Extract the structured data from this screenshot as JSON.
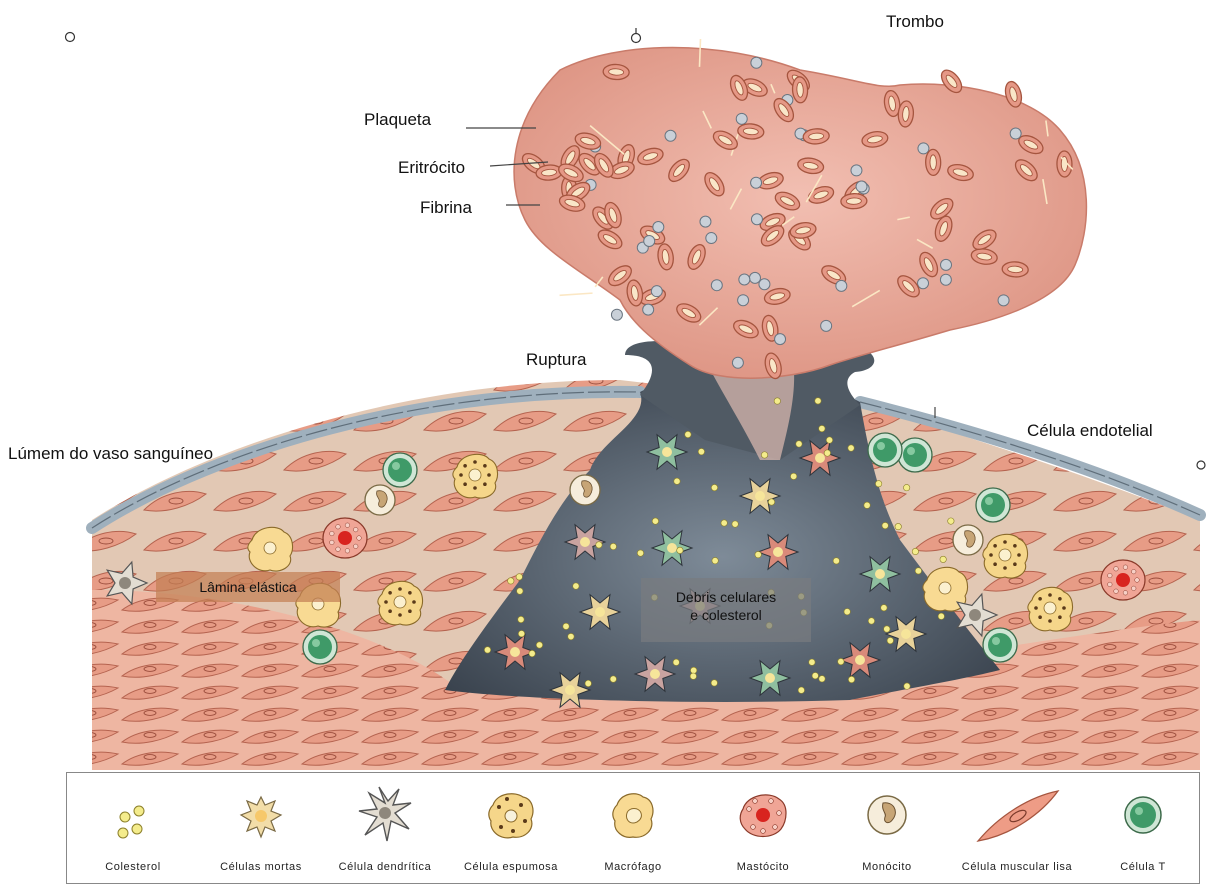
{
  "labels": {
    "trombo": "Trombo",
    "plaqueta": "Plaqueta",
    "eritrocito": "Eritrócito",
    "fibrina": "Fibrina",
    "ruptura": "Ruptura",
    "lumen": "Lúmem do vaso sanguíneo",
    "endotelial": "Célula endotelial",
    "lamina": "Lâmina elástica",
    "debris_line1": "Debris celulares",
    "debris_line2": "e colesterol"
  },
  "legend": [
    {
      "label": "Colesterol",
      "icon": "cholesterol-icon"
    },
    {
      "label": "Células mortas",
      "icon": "dead-cells-icon"
    },
    {
      "label": "Célula dendrítica",
      "icon": "dendritic-cell-icon"
    },
    {
      "label": "Célula espumosa",
      "icon": "foam-cell-icon"
    },
    {
      "label": "Macrófago",
      "icon": "macrophage-icon"
    },
    {
      "label": "Mastócito",
      "icon": "mast-cell-icon"
    },
    {
      "label": "Monócito",
      "icon": "monocyte-icon"
    },
    {
      "label": "Célula muscular lisa",
      "icon": "smooth-muscle-cell-icon"
    },
    {
      "label": "Célula T",
      "icon": "t-cell-icon"
    }
  ],
  "colors": {
    "thrombus": "#e8a89a",
    "muscle": "#e9a48e",
    "core": "#4f5a66",
    "endothelium": "#9fb0bd"
  }
}
